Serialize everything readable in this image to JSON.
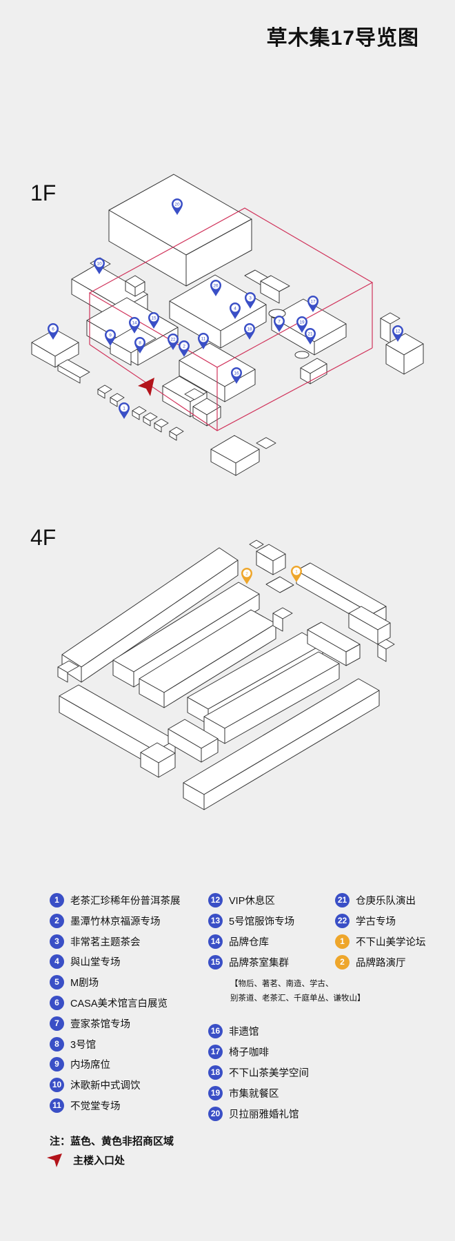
{
  "title": "草木集17导览图",
  "floors": [
    {
      "label": "1F"
    },
    {
      "label": "4F"
    }
  ],
  "colors": {
    "blue": "#3a4fc6",
    "yellow": "#eea62b",
    "red_outline": "#d0325a",
    "entrance": "#b3131a"
  },
  "map_1f_markers": [
    "20",
    "10",
    "26",
    "3",
    "4",
    "17",
    "6",
    "19",
    "14",
    "18",
    "21",
    "7",
    "15",
    "9",
    "22",
    "8",
    "11",
    "2",
    "12",
    "16",
    "1"
  ],
  "map_4f_markers": [
    "2",
    "1"
  ],
  "legend": {
    "col1": [
      {
        "num": "1",
        "label": "老茶汇珍稀年份普洱茶展"
      },
      {
        "num": "2",
        "label": "墨潭竹林京福源专场"
      },
      {
        "num": "3",
        "label": "非常茗主题茶会"
      },
      {
        "num": "4",
        "label": "與山堂专场"
      },
      {
        "num": "5",
        "label": "M剧场"
      },
      {
        "num": "6",
        "label": "CASA美术馆言白展览"
      },
      {
        "num": "7",
        "label": "壹家茶馆专场"
      },
      {
        "num": "8",
        "label": "3号馆"
      },
      {
        "num": "9",
        "label": "内场席位"
      },
      {
        "num": "10",
        "label": "沐歌新中式调饮"
      },
      {
        "num": "11",
        "label": "不觉堂专场"
      }
    ],
    "col2": [
      {
        "num": "12",
        "label": "VIP休息区"
      },
      {
        "num": "13",
        "label": "5号馆服饰专场"
      },
      {
        "num": "14",
        "label": "品牌仓库"
      },
      {
        "num": "15",
        "label": "品牌茶室集群"
      },
      {
        "num": "16",
        "label": "非遗馆"
      },
      {
        "num": "17",
        "label": "椅子咖啡"
      },
      {
        "num": "18",
        "label": "不下山茶美学空间"
      },
      {
        "num": "19",
        "label": "市集就餐区"
      },
      {
        "num": "20",
        "label": "贝拉丽雅婚礼馆"
      }
    ],
    "col2_note_line1": "【物后、著茗、南造、学古、",
    "col2_note_line2": "别茶道、老茶汇、千庭单丛、谦牧山】",
    "col3": [
      {
        "num": "21",
        "label": "仓庚乐队演出",
        "color": "blue"
      },
      {
        "num": "22",
        "label": "学古专场",
        "color": "blue"
      },
      {
        "num": "1",
        "label": "不下山美学论坛",
        "color": "yellow"
      },
      {
        "num": "2",
        "label": "品牌路演厅",
        "color": "yellow"
      }
    ]
  },
  "note": "注：蓝色、黄色非招商区域",
  "entrance_label": "主楼入口处"
}
